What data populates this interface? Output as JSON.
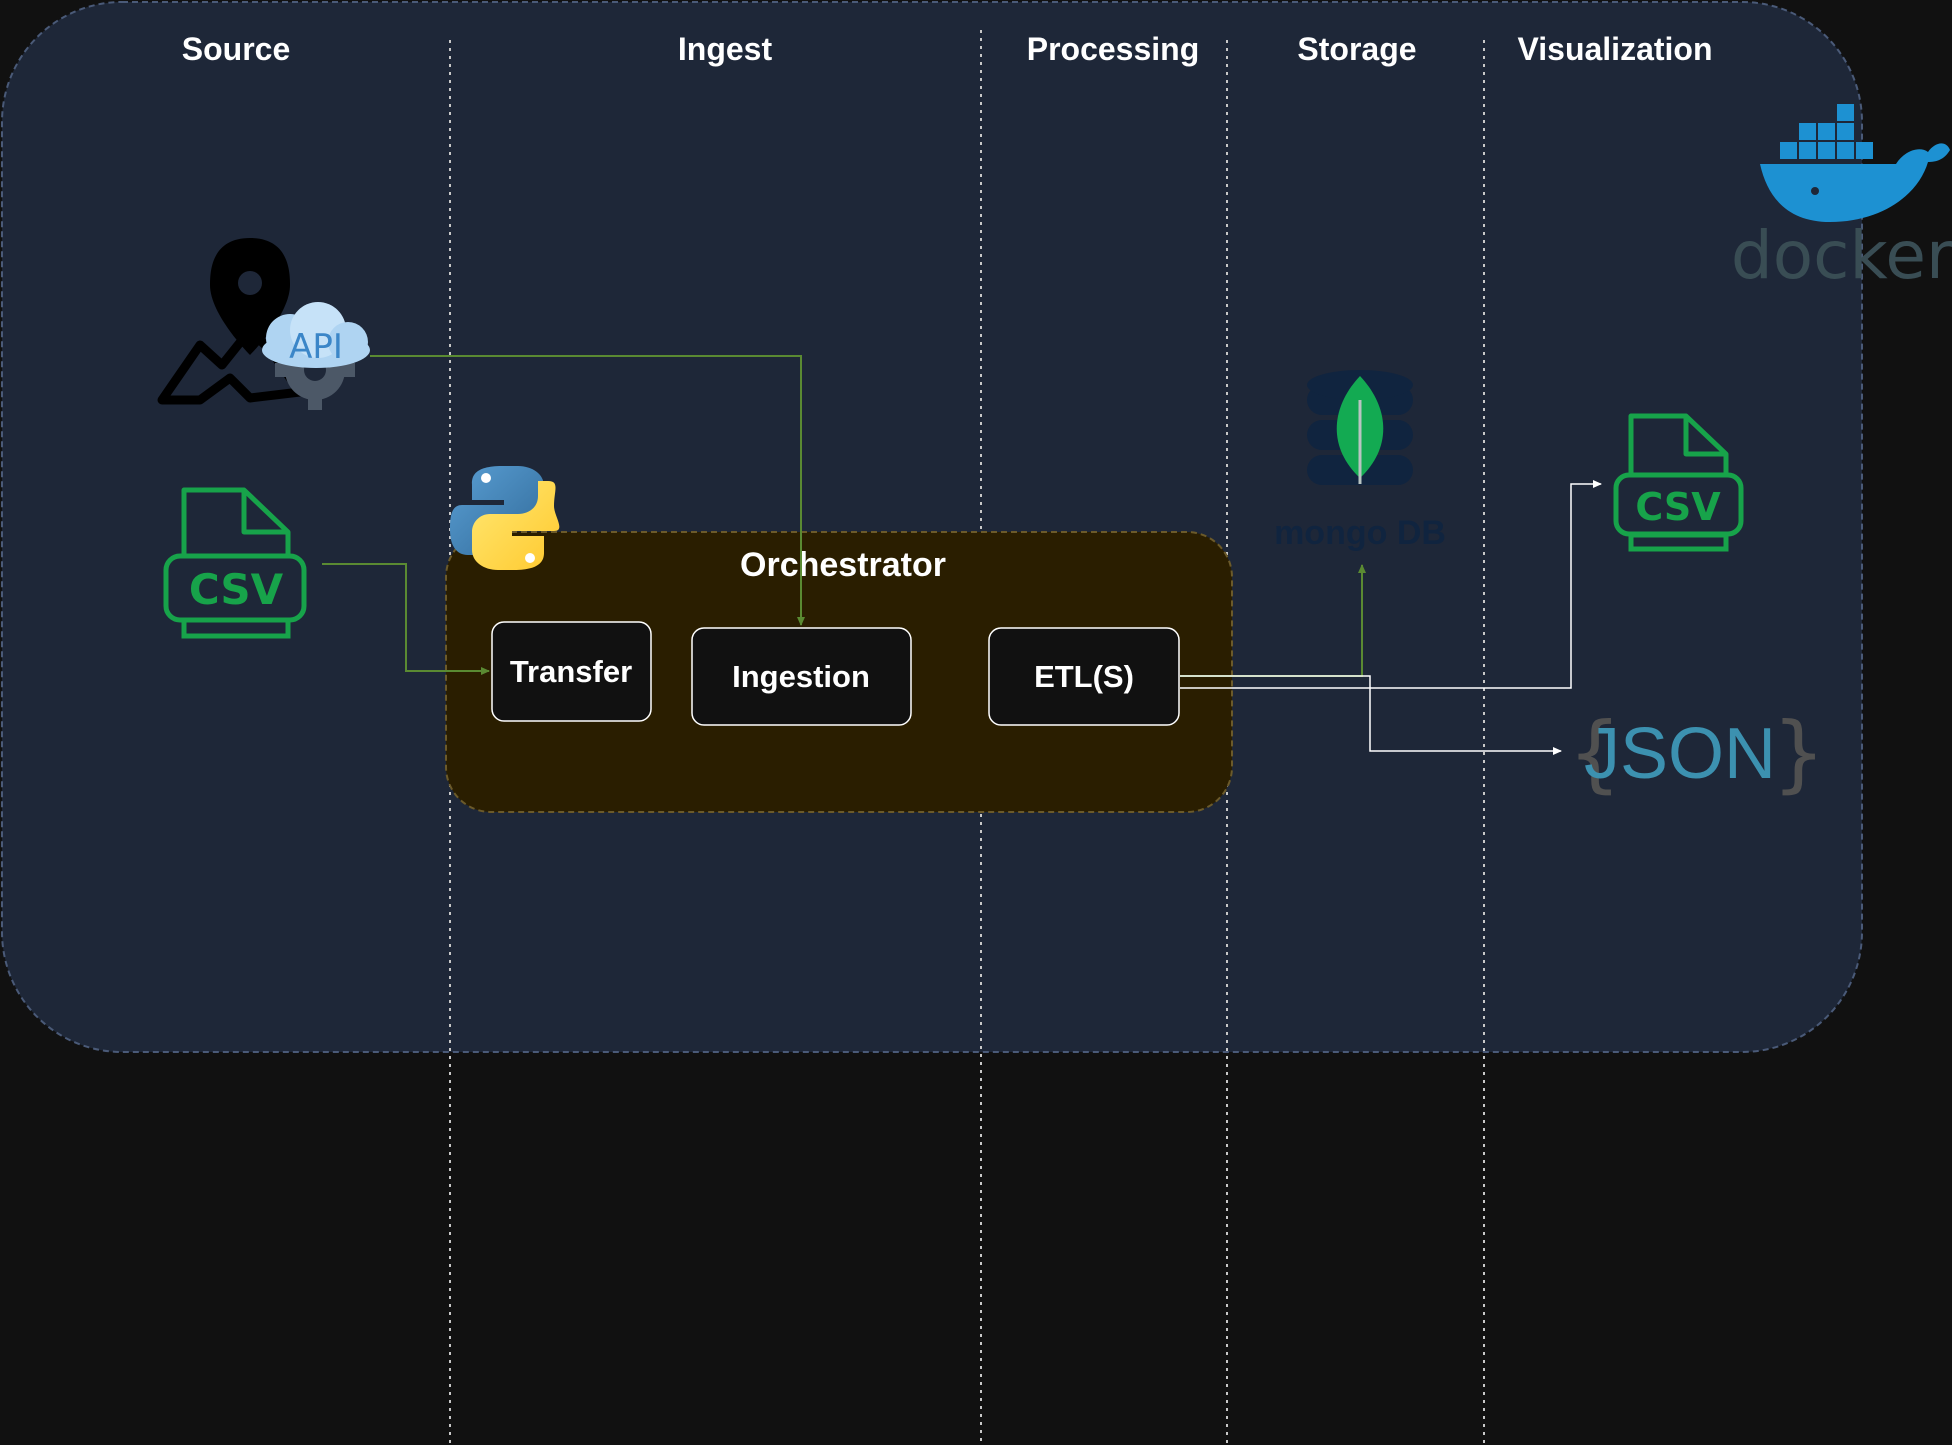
{
  "columns": {
    "source": "Source",
    "ingest": "Ingest",
    "processing": "Processing",
    "storage": "Storage",
    "visualization": "Visualization"
  },
  "orchestrator": {
    "title": "Orchestrator",
    "transfer": "Transfer",
    "ingestion": "Ingestion",
    "etl": "ETL(S)"
  },
  "icons": {
    "api_badge": "API",
    "csv_source": "CSV",
    "csv_output": "CSV",
    "json_word": "JSON",
    "json_brace_open": "{",
    "json_brace_close": "}",
    "mongodb_word": "mongo DB",
    "docker_word": "docker"
  },
  "colors": {
    "panel": "#1E2738",
    "orchestrator_fill": "#2A1E00",
    "arrow_green": "#5A8A32",
    "csv_green": "#17A34A",
    "docker_blue": "#1D91D2",
    "json_blue": "#3C91B0"
  }
}
